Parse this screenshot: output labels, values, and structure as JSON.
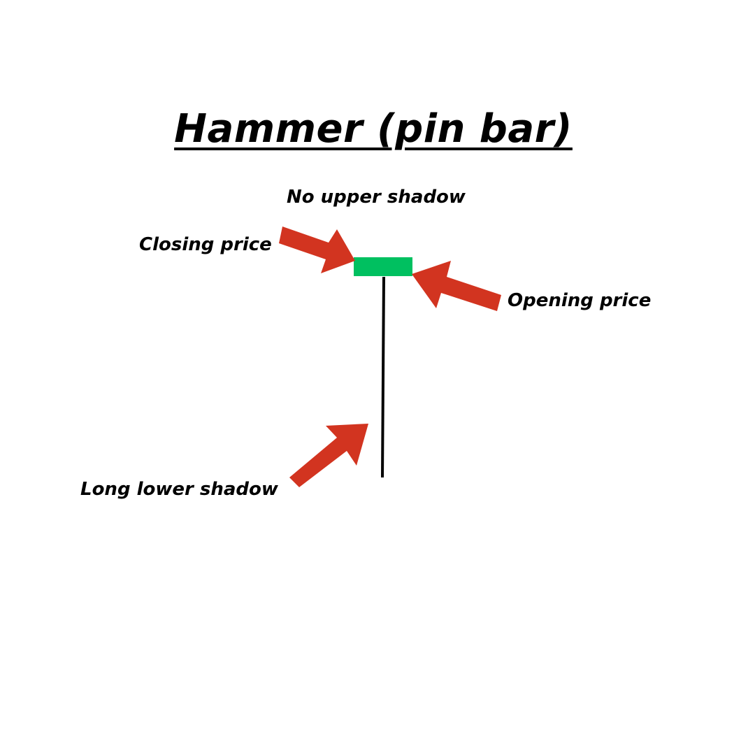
{
  "title": "Hammer (pin bar)",
  "labels": {
    "upper": "No upper shadow",
    "closing": "Closing price",
    "opening": "Opening price",
    "lower": "Long lower shadow"
  },
  "colors": {
    "candle_body": "#00c060",
    "wick": "#000000",
    "arrow": "#d23420",
    "text": "#000000",
    "background": "#ffffff"
  }
}
